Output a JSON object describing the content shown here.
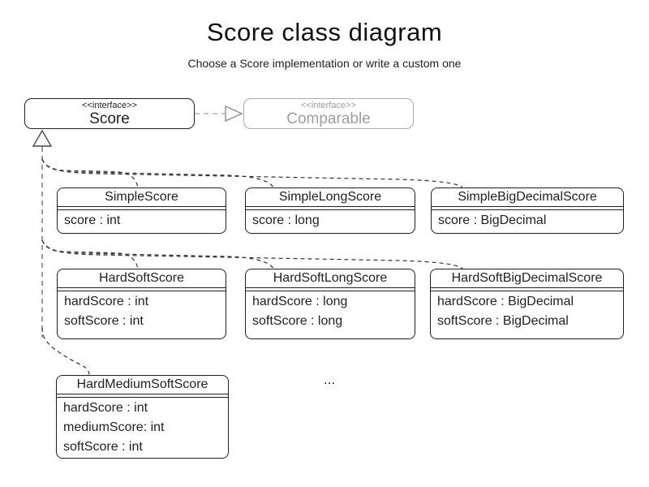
{
  "header": {
    "title": "Score class diagram",
    "subtitle": "Choose a Score implementation or write a custom one"
  },
  "interfaces": {
    "score": {
      "stereotype": "<<interface>>",
      "name": "Score"
    },
    "comparable": {
      "stereotype": "<<interface>>",
      "name": "Comparable"
    }
  },
  "classes": [
    {
      "name": "SimpleScore",
      "fields": [
        "score : int"
      ]
    },
    {
      "name": "SimpleLongScore",
      "fields": [
        "score : long"
      ]
    },
    {
      "name": "SimpleBigDecimalScore",
      "fields": [
        "score : BigDecimal"
      ]
    },
    {
      "name": "HardSoftScore",
      "fields": [
        "hardScore : int",
        "softScore : int"
      ]
    },
    {
      "name": "HardSoftLongScore",
      "fields": [
        "hardScore : long",
        "softScore : long"
      ]
    },
    {
      "name": "HardSoftBigDecimalScore",
      "fields": [
        "hardScore : BigDecimal",
        "softScore : BigDecimal"
      ]
    },
    {
      "name": "HardMediumSoftScore",
      "fields": [
        "hardScore : int",
        "mediumScore: int",
        "softScore : int"
      ]
    }
  ],
  "ellipsis": "...",
  "colors": {
    "box_border": "#1f1f1f",
    "text": "#1f1f1f",
    "muted_gray": "#9e9e9e",
    "muted_border": "#ababab",
    "connector_dark": "#333333",
    "connector_mid": "#666666",
    "connector_gray": "#b3b3b3",
    "arrow_outline_gray": "#8c8c8c"
  }
}
